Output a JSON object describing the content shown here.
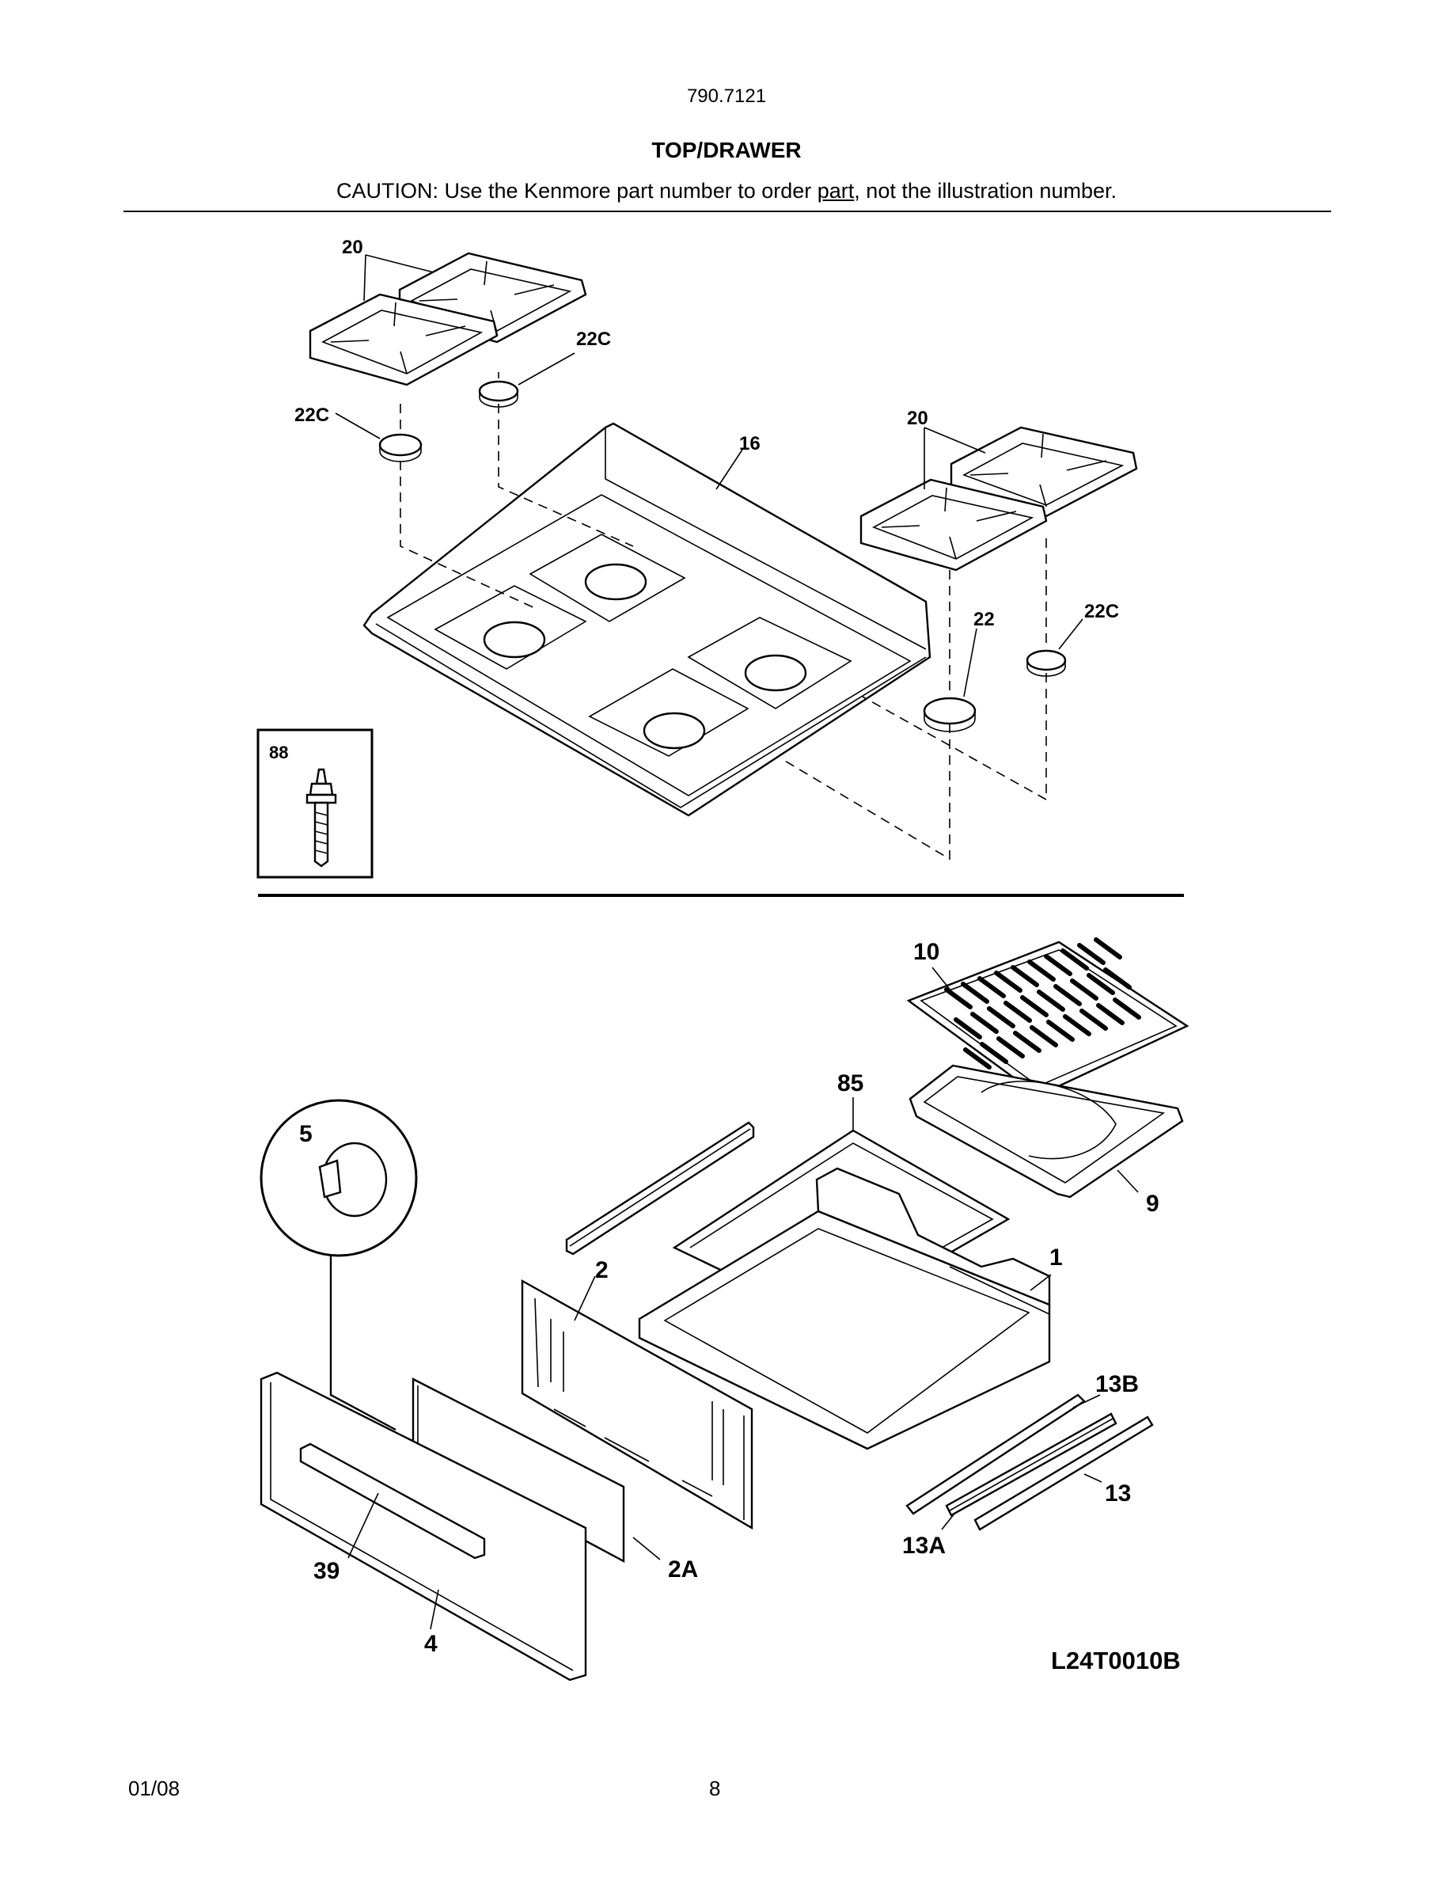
{
  "header": {
    "model": "790.7121",
    "title": "TOP/DRAWER",
    "caution_before": "CAUTION: Use the Kenmore part number to order ",
    "caution_underlined": "part",
    "caution_after": ", not the illustration number."
  },
  "callouts": {
    "c20a": "20",
    "c22c_a": "22C",
    "c22c_b": "22C",
    "c16": "16",
    "c20b": "20",
    "c22": "22",
    "c22c_c": "22C",
    "c88": "88",
    "c10": "10",
    "c85": "85",
    "c5": "5",
    "c9": "9",
    "c2": "2",
    "c1": "1",
    "c13b": "13B",
    "c13": "13",
    "c13a": "13A",
    "c39": "39",
    "c2a": "2A",
    "c4": "4"
  },
  "reference_code": "L24T0010B",
  "footer": {
    "date": "01/08",
    "page": "8"
  }
}
